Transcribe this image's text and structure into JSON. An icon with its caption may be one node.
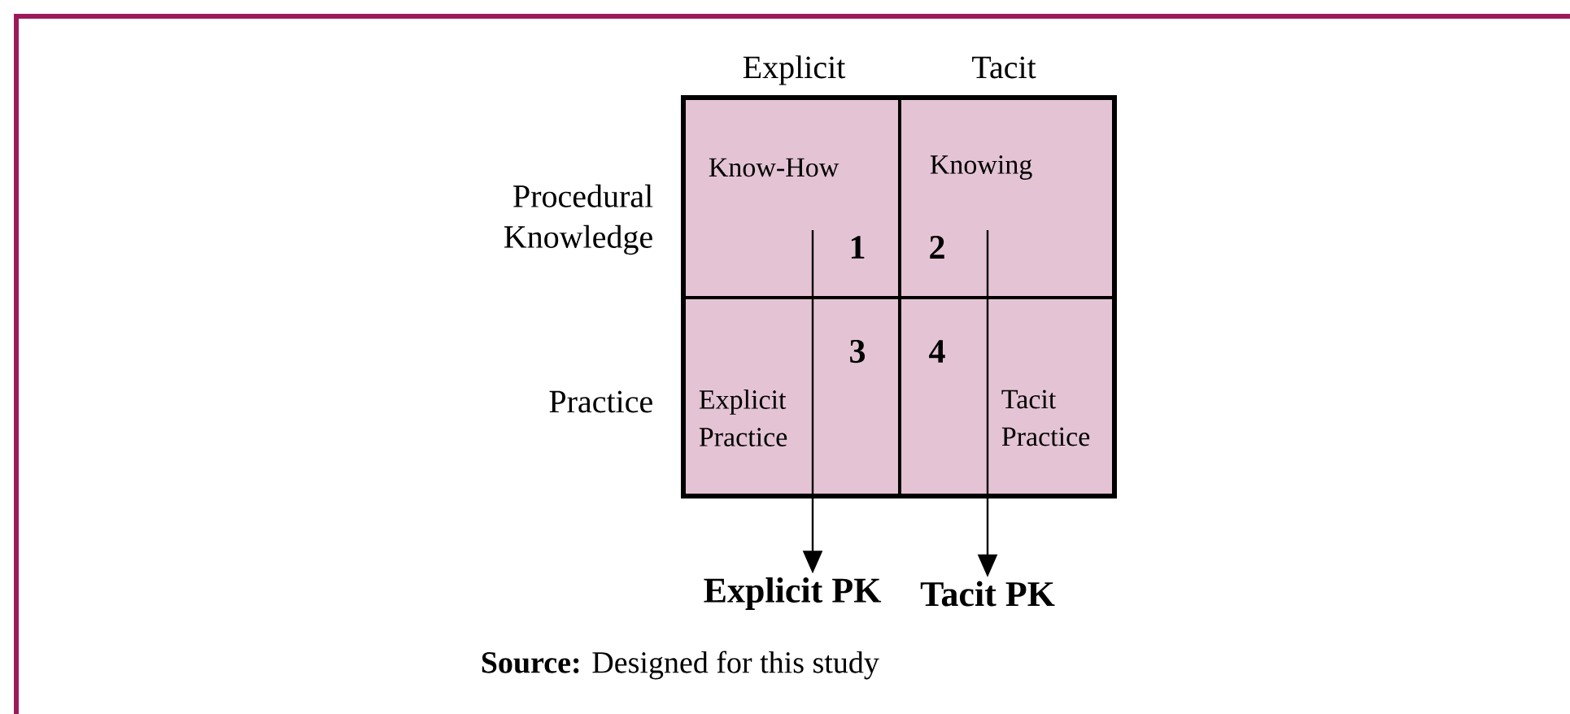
{
  "diagram": {
    "caption": "**Source:** Designed for this study",
    "nodes": [
      {
        "text": [
          "Know-How",
          "1"
        ]
      },
      {
        "text": [
          "Knowing",
          "2"
        ]
      },
      {
        "text": [
          "3",
          "Explicit Practice"
        ]
      },
      {
        "text": [
          "4",
          "Tacit Practice"
        ]
      },
      {
        "text": [
          "Explicit PK"
        ]
      },
      {
        "text": [
          "Tacit PK"
        ]
      }
    ],
    "edges": [
      {
        "from": 0,
        "to": 2,
        "arrow": "none"
      },
      {
        "from": 2,
        "to": 4,
        "arrow": "to"
      },
      {
        "from": 1,
        "to": 3,
        "arrow": "none"
      },
      {
        "from": 3,
        "to": 5,
        "arrow": "to"
      }
    ],
    "labels": [
      "Explicit",
      "Tacit",
      "Procedural Knowledge",
      "Practice"
    ]
  }
}
